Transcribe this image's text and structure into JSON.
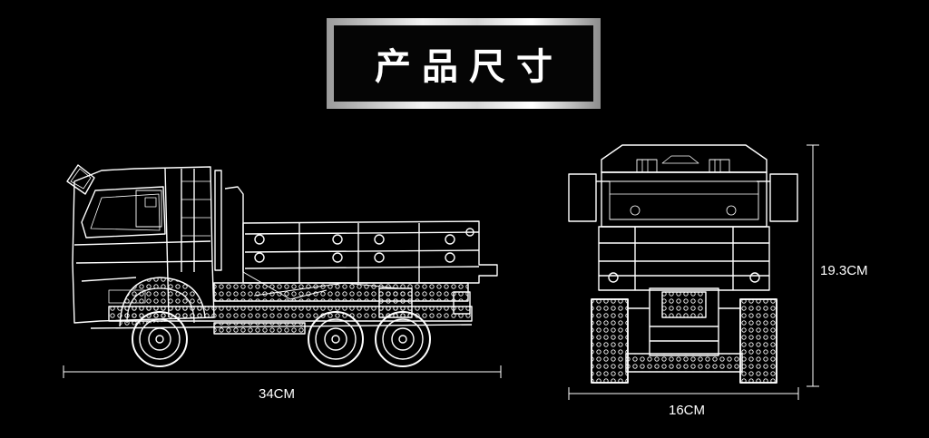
{
  "title": "产品尺寸",
  "dimensions": {
    "side_length": "34CM",
    "front_height": "19.3CM",
    "front_width": "16CM"
  },
  "drawings": {
    "side_view": "truck-side-view",
    "front_view": "truck-front-view"
  },
  "colors": {
    "background": "#000000",
    "line": "#ffffff"
  }
}
